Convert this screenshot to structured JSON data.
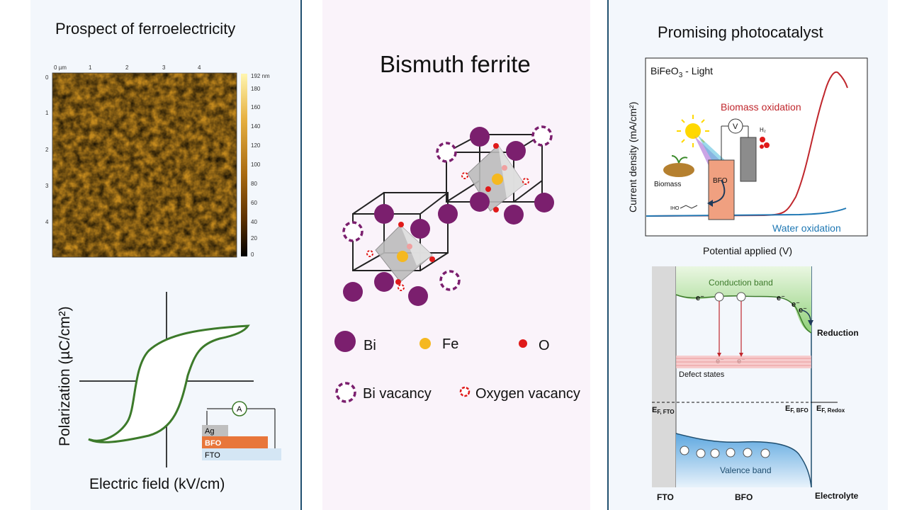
{
  "left": {
    "title": "Prospect of ferroelectricity",
    "afm": {
      "x_ticks": [
        "0 µm",
        "1",
        "2",
        "3",
        "4"
      ],
      "y_ticks": [
        "0",
        "1",
        "2",
        "3",
        "4"
      ],
      "scale_ticks": [
        "192 nm",
        "180",
        "160",
        "140",
        "120",
        "100",
        "80",
        "60",
        "40",
        "20",
        "0"
      ]
    },
    "hysteresis": {
      "ylabel": "Polarization (µC/cm²)",
      "xlabel": "Electric field (kV/cm)",
      "ammeter": "A",
      "layers": [
        "Ag",
        "BFO",
        "FTO"
      ]
    }
  },
  "middle": {
    "title": "Bismuth ferrite",
    "legend": {
      "bi": "Bi",
      "fe": "Fe",
      "o": "O",
      "bi_vacancy": "Bi vacancy",
      "o_vacancy": "Oxygen vacancy"
    },
    "colors": {
      "bi": "#7b1f6e",
      "fe": "#f5b820",
      "o": "#e01a1a"
    }
  },
  "right": {
    "title": "Promising photocatalyst",
    "chart": {
      "label_main": "BiFeO",
      "label_sub": "3",
      "label_rest": " - Light",
      "ylabel": "Current density (mA/cm²)",
      "xlabel": "Potential applied (V)",
      "biomass_label": "Biomass oxidation",
      "water_label": "Water oxidation",
      "voltmeter": "V",
      "h2": "H₂",
      "bfo": "BFO",
      "biomass": "Biomass",
      "product": "IHO"
    },
    "band": {
      "conduction": "Conduction band",
      "valence": "Valence band",
      "defect": "Defect states",
      "reduction": "Reduction",
      "electron": "e⁻",
      "ef_fto": "E",
      "ef_fto_sub": "F, FTO",
      "ef_bfo": "E",
      "ef_bfo_sub": "F, BFO",
      "ef_redox": "E",
      "ef_redox_sub": "F, Redox",
      "fto": "FTO",
      "bfo": "BFO",
      "electrolyte": "Electrolyte"
    }
  }
}
